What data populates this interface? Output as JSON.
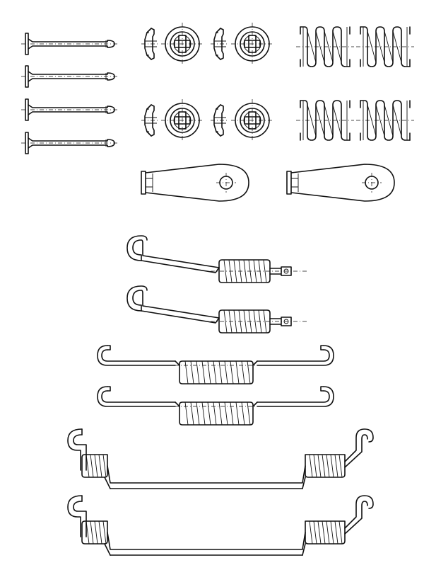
{
  "drawing": {
    "kind": "parts-kit-line-drawing",
    "color": "#111111",
    "background": "#ffffff",
    "parts": {
      "pins": 4,
      "spring_cups": 4,
      "cup_washers": 4,
      "compression_springs": 4,
      "spring_clips": 2,
      "hook_springs_short": 2,
      "double_hook_springs": 2,
      "long_return_springs": 2
    }
  }
}
